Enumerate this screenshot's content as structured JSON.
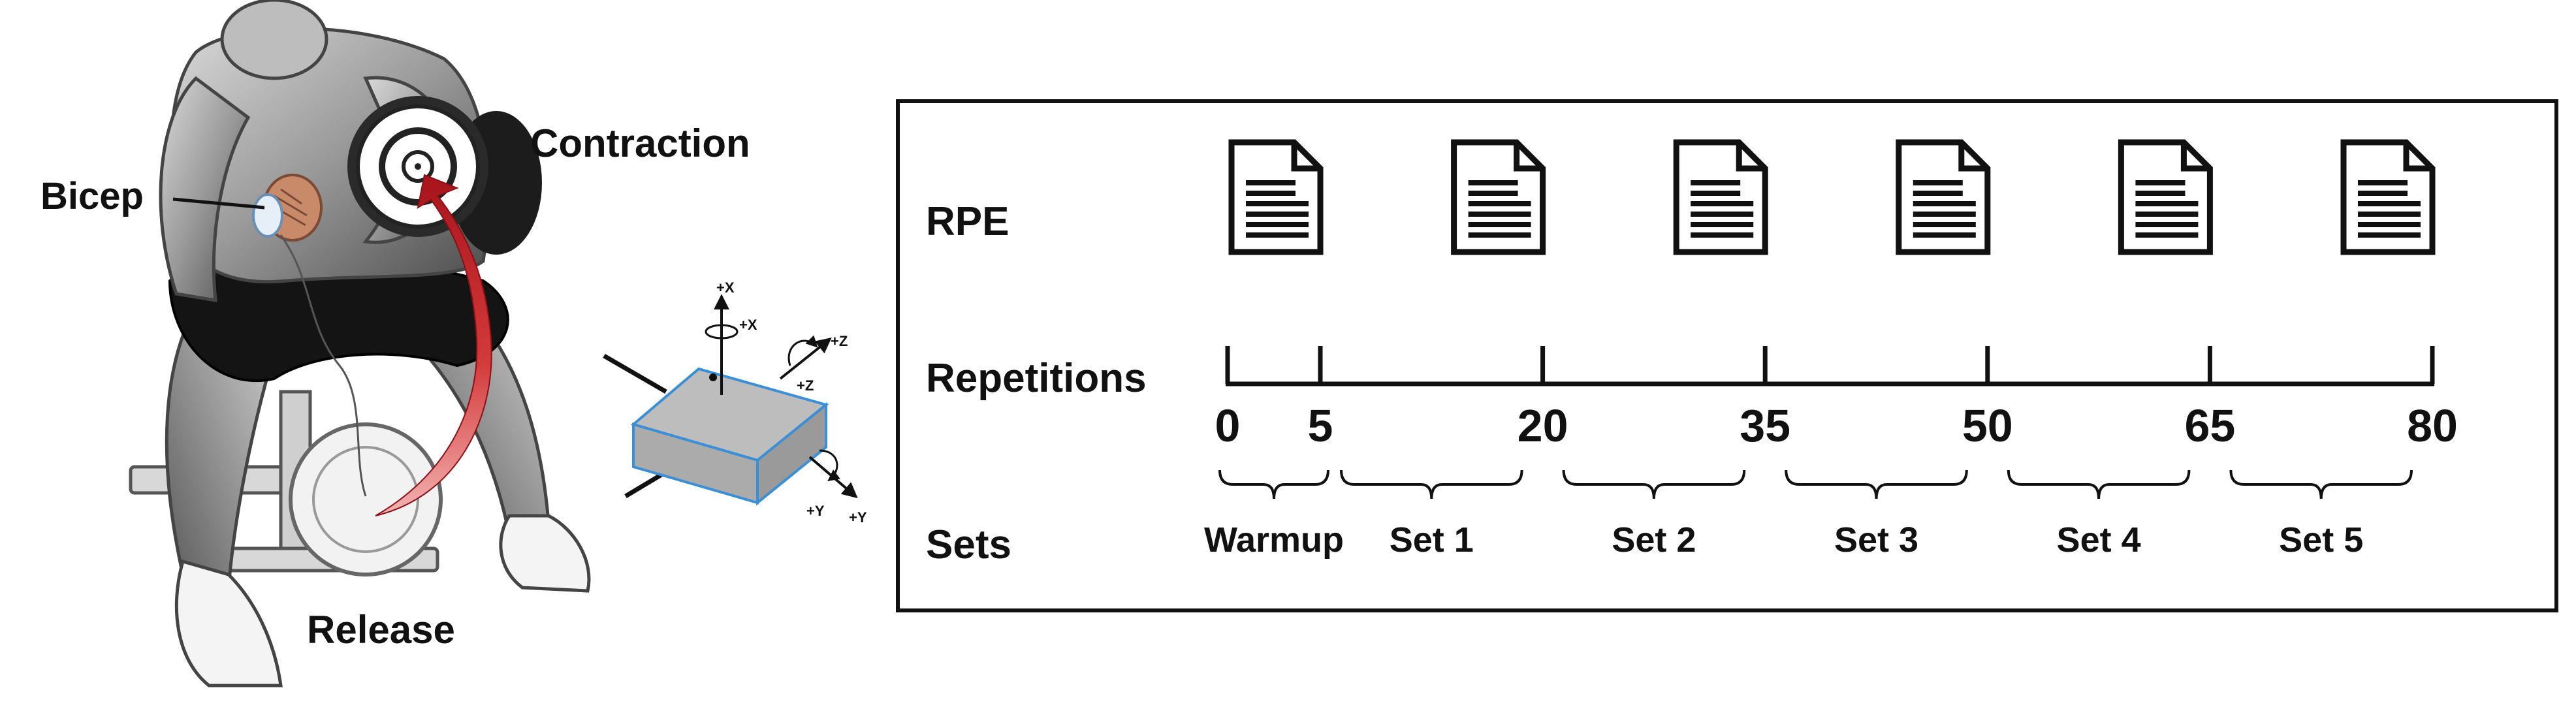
{
  "illustration": {
    "labels": {
      "muscle": "Bicep",
      "top_phase": "Contraction",
      "bottom_phase": "Release"
    },
    "sensor_axes": {
      "x": "+X",
      "x_rot": "+X",
      "z": "+Z",
      "z_rot": "+Z",
      "y": "+Y",
      "y_rot": "+Y"
    },
    "colors": {
      "arrow": "#c0202a",
      "sensor_top": "#bdbdbd",
      "sensor_edge": "#3a8fd6",
      "muscle": "#c98a6a"
    }
  },
  "protocol": {
    "rows": {
      "rpe": "RPE",
      "repetitions": "Repetitions",
      "sets": "Sets"
    },
    "rpe_icon": "document-icon",
    "repetition_ticks": [
      0,
      5,
      20,
      35,
      50,
      65,
      80
    ],
    "tick_labels": [
      "0",
      "5",
      "20",
      "35",
      "50",
      "65",
      "80"
    ],
    "sets": [
      {
        "label": "Warmup",
        "from": 0,
        "to": 5
      },
      {
        "label": "Set 1",
        "from": 5,
        "to": 20
      },
      {
        "label": "Set 2",
        "from": 20,
        "to": 35
      },
      {
        "label": "Set 3",
        "from": 35,
        "to": 50
      },
      {
        "label": "Set 4",
        "from": 50,
        "to": 65
      },
      {
        "label": "Set 5",
        "from": 65,
        "to": 80
      }
    ],
    "rpe_after_repetitions": [
      5,
      20,
      35,
      50,
      65,
      80
    ]
  }
}
